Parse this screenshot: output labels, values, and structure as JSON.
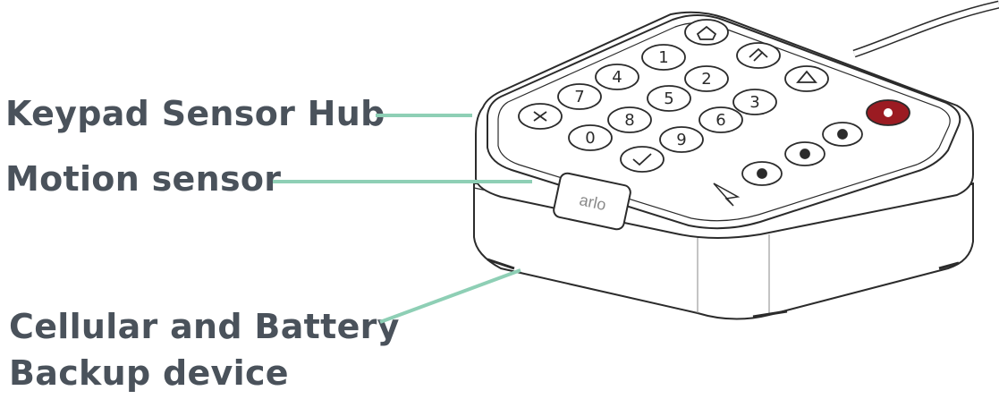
{
  "labels": {
    "keypad_sensor_hub": "Keypad Sensor Hub",
    "motion_sensor": "Motion sensor",
    "cellular_line1": "Cellular and Battery",
    "cellular_line2": "Backup device"
  },
  "device": {
    "logo_text": "arlo",
    "keys_digits": [
      "1",
      "2",
      "3",
      "4",
      "5",
      "6",
      "7",
      "8",
      "9",
      "0"
    ]
  },
  "colors": {
    "label_text": "#4a525b",
    "leader_line": "#8ecfb5",
    "outline": "#2b2b2b",
    "panic_button": "#9b1b22"
  }
}
